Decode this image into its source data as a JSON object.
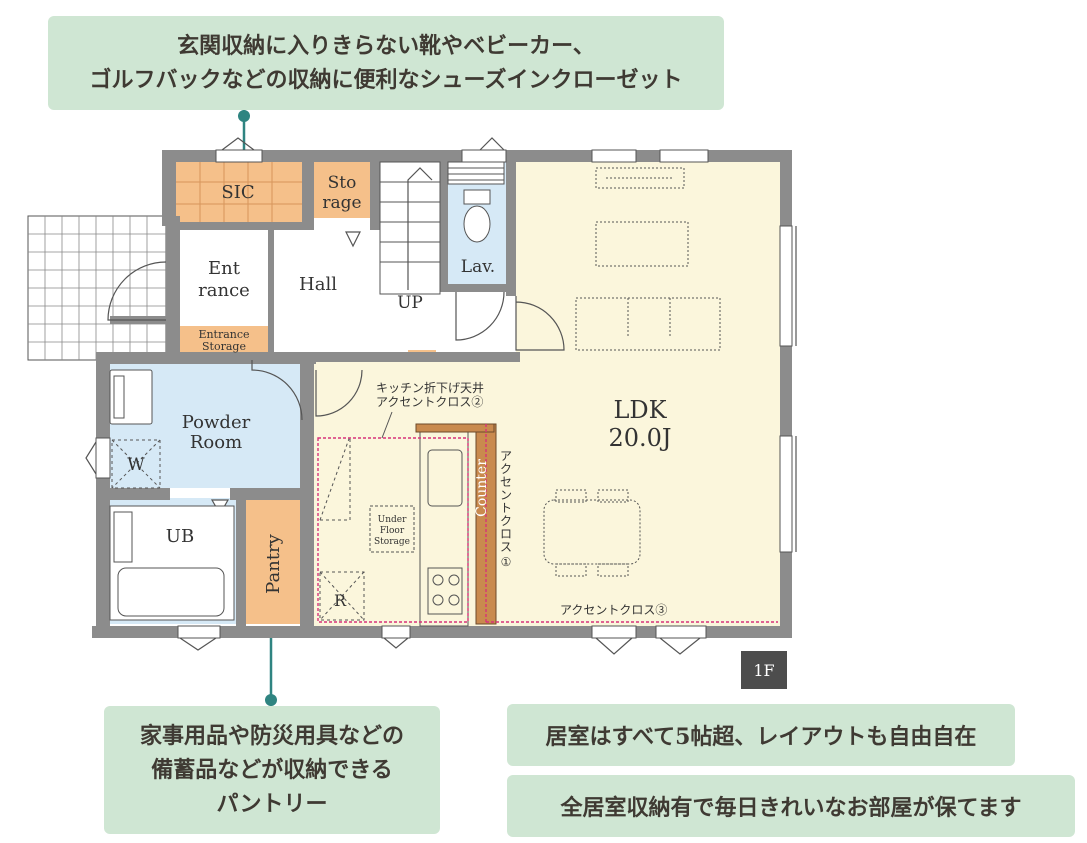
{
  "floor_badge": "1F",
  "callouts": {
    "shoe_closet": [
      "玄関収納に入りきらない靴やベビーカー、",
      "ゴルフバックなどの収納に便利なシューズインクローゼット"
    ],
    "pantry": [
      "家事用品や防災用具などの",
      "備蓄品などが収納できる",
      "パントリー"
    ],
    "rooms_size": "居室はすべて5帖超、レイアウトも自由自在",
    "storage": "全居室収納有で毎日きれいなお部屋が保てます"
  },
  "rooms": {
    "sic": "SIC",
    "storage": [
      "Sto",
      "rage"
    ],
    "lav": "Lav.",
    "entrance": [
      "Ent",
      "rance"
    ],
    "hall": "Hall",
    "up": "UP",
    "entrance_storage": [
      "Entrance",
      "Storage"
    ],
    "ldk": [
      "LDK",
      "20.0J"
    ],
    "powder_room": [
      "Powder",
      "Room"
    ],
    "washer": "W",
    "ub": "UB",
    "pantry": "Pantry",
    "fridge": "R",
    "underfloor": [
      "Under",
      "Floor",
      "Storage"
    ],
    "counter": "Counter"
  },
  "annotations": {
    "kitchen_ceiling": [
      "キッチン折下げ天井",
      "アクセントクロス②"
    ],
    "accent_1": [
      "ア",
      "ク",
      "セ",
      "ン",
      "ト",
      "ク",
      "ロ",
      "ス",
      "①"
    ],
    "accent_3": "アクセントクロス③"
  },
  "colors": {
    "wall": "#8c8c8c",
    "ldk_floor": "#fbf6dc",
    "wet_floor": "#d6e9f6",
    "storage_floor": "#f5c08a",
    "callout_bg": "#cfe6d3",
    "accent_line": "#d8327a",
    "counter": "#c98a4e",
    "leader": "#2f8481"
  }
}
